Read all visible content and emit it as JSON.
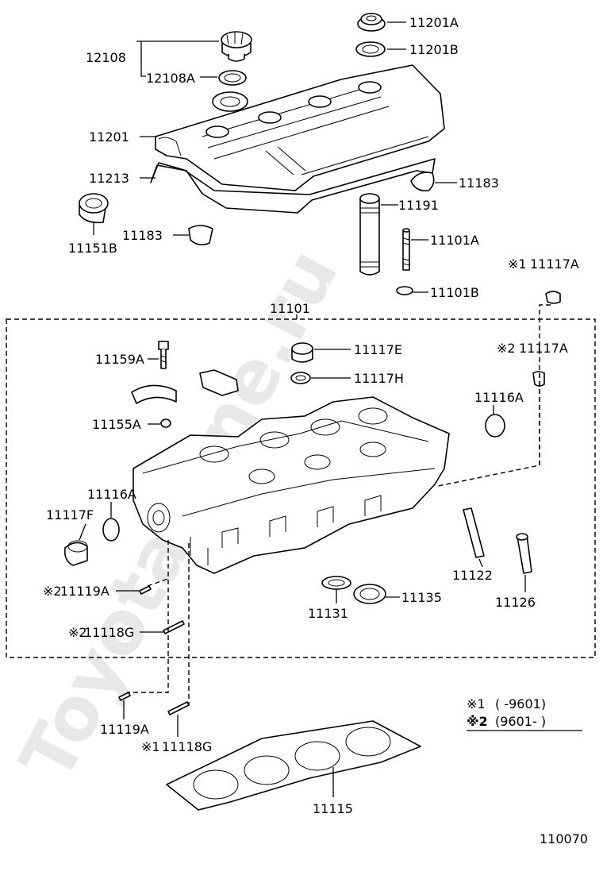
{
  "watermark": "ToyotaMine.ru",
  "diagram_id": "110070",
  "labels": {
    "p11201A": "11201A",
    "p11201B": "11201B",
    "p12108": "12108",
    "p12108A": "12108A",
    "p11201": "11201",
    "p11213": "11213",
    "p11183_right": "11183",
    "p11191": "11191",
    "p11151B": "11151B",
    "p11183_left": "11183",
    "p11101A": "11101A",
    "p11117A_1": "11117A",
    "p11101B": "11101B",
    "p11101": "11101",
    "p11159A": "11159A",
    "p11117E": "11117E",
    "p11117A_2": "11117A",
    "p11117H": "11117H",
    "p11116A_right": "11116A",
    "p11155A": "11155A",
    "p11116A_left": "11116A",
    "p11117F": "11117F",
    "p11122": "11122",
    "p11126": "11126",
    "p11119A_upper": "11119A",
    "p11135": "11135",
    "p11131": "11131",
    "p11118G_upper": "11118G",
    "p11119A_lower": "11119A",
    "p11118G_lower": "11118G",
    "p11115": "11115"
  },
  "markers": {
    "m11117A_1": "※1",
    "m11117A_2": "※2",
    "m11119A": "※2",
    "m11118G_upper": "※2",
    "m11118G_lower": "※1"
  },
  "legend": {
    "row1_mark": "※1",
    "row1_text": "(      -9601)",
    "row2_mark": "※2",
    "row2_text": "(9601-        )"
  }
}
